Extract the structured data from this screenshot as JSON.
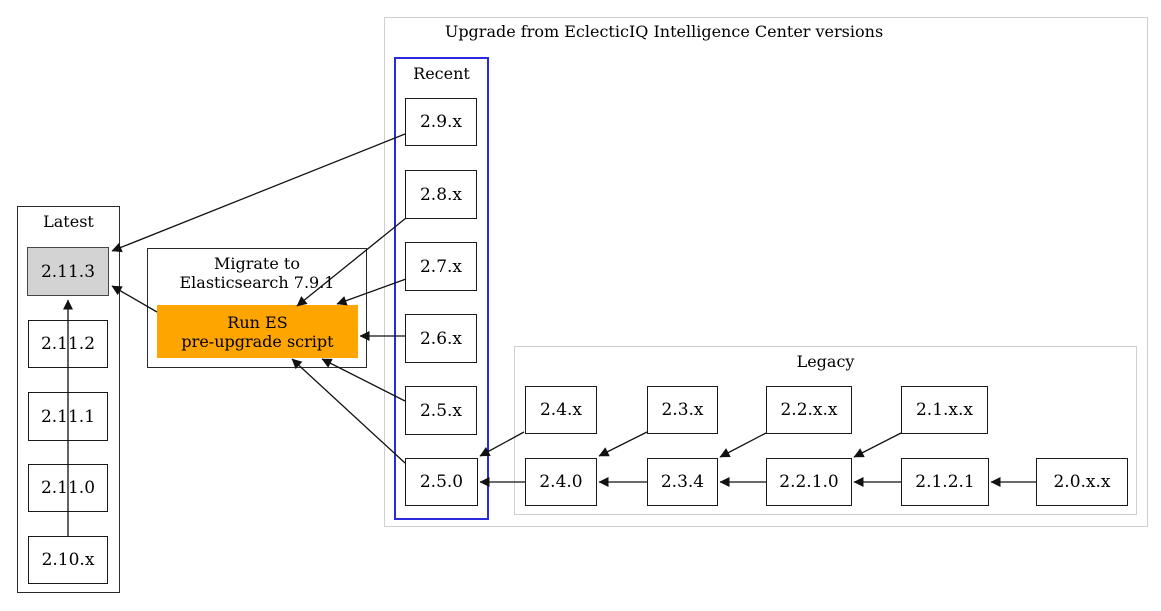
{
  "diagram": {
    "title": "Upgrade from EclecticIQ Intelligence Center versions",
    "clusters": {
      "latest": {
        "label": "Latest"
      },
      "recent": {
        "label": "Recent"
      },
      "legacy": {
        "label": "Legacy"
      },
      "migrate": {
        "label_line1": "Migrate to",
        "label_line2": "Elasticsearch 7.9.1"
      }
    },
    "nodes": {
      "v2_11_3": {
        "label": "2.11.3"
      },
      "v2_11_2": {
        "label": "2.11.2"
      },
      "v2_11_1": {
        "label": "2.11.1"
      },
      "v2_11_0": {
        "label": "2.11.0"
      },
      "v2_10_x": {
        "label": "2.10.x"
      },
      "run_es": {
        "label_line1": "Run ES",
        "label_line2": "pre-upgrade script"
      },
      "v2_9_x": {
        "label": "2.9.x"
      },
      "v2_8_x": {
        "label": "2.8.x"
      },
      "v2_7_x": {
        "label": "2.7.x"
      },
      "v2_6_x": {
        "label": "2.6.x"
      },
      "v2_5_x": {
        "label": "2.5.x"
      },
      "v2_5_0": {
        "label": "2.5.0"
      },
      "v2_4_x": {
        "label": "2.4.x"
      },
      "v2_4_0": {
        "label": "2.4.0"
      },
      "v2_3_x": {
        "label": "2.3.x"
      },
      "v2_3_4": {
        "label": "2.3.4"
      },
      "v2_2_x_x": {
        "label": "2.2.x.x"
      },
      "v2_2_1_0": {
        "label": "2.2.1.0"
      },
      "v2_1_x_x": {
        "label": "2.1.x.x"
      },
      "v2_1_2_1": {
        "label": "2.1.2.1"
      },
      "v2_0_x_x": {
        "label": "2.0.x.x"
      }
    },
    "edges": [
      {
        "from": "2.10.x",
        "to": "2.11.3"
      },
      {
        "from": "2.9.x",
        "to": "2.11.3"
      },
      {
        "from": "Run ES pre-upgrade script",
        "to": "2.11.3"
      },
      {
        "from": "2.8.x",
        "to": "Run ES pre-upgrade script"
      },
      {
        "from": "2.7.x",
        "to": "Run ES pre-upgrade script"
      },
      {
        "from": "2.6.x",
        "to": "Run ES pre-upgrade script"
      },
      {
        "from": "2.5.x",
        "to": "Run ES pre-upgrade script"
      },
      {
        "from": "2.5.0",
        "to": "Run ES pre-upgrade script"
      },
      {
        "from": "2.4.x",
        "to": "2.5.0"
      },
      {
        "from": "2.4.0",
        "to": "2.5.0"
      },
      {
        "from": "2.3.x",
        "to": "2.4.0"
      },
      {
        "from": "2.3.4",
        "to": "2.4.0"
      },
      {
        "from": "2.2.x.x",
        "to": "2.3.4"
      },
      {
        "from": "2.2.1.0",
        "to": "2.3.4"
      },
      {
        "from": "2.1.x.x",
        "to": "2.2.1.0"
      },
      {
        "from": "2.1.2.1",
        "to": "2.2.1.0"
      },
      {
        "from": "2.0.x.x",
        "to": "2.1.2.1"
      }
    ],
    "colors": {
      "highlight_node_fill": "#d3d3d3",
      "action_node_fill": "#ffa500",
      "recent_cluster_border": "#2a2ae0",
      "outer_cluster_border": "#cfcfcf",
      "edge": "#111111"
    }
  }
}
